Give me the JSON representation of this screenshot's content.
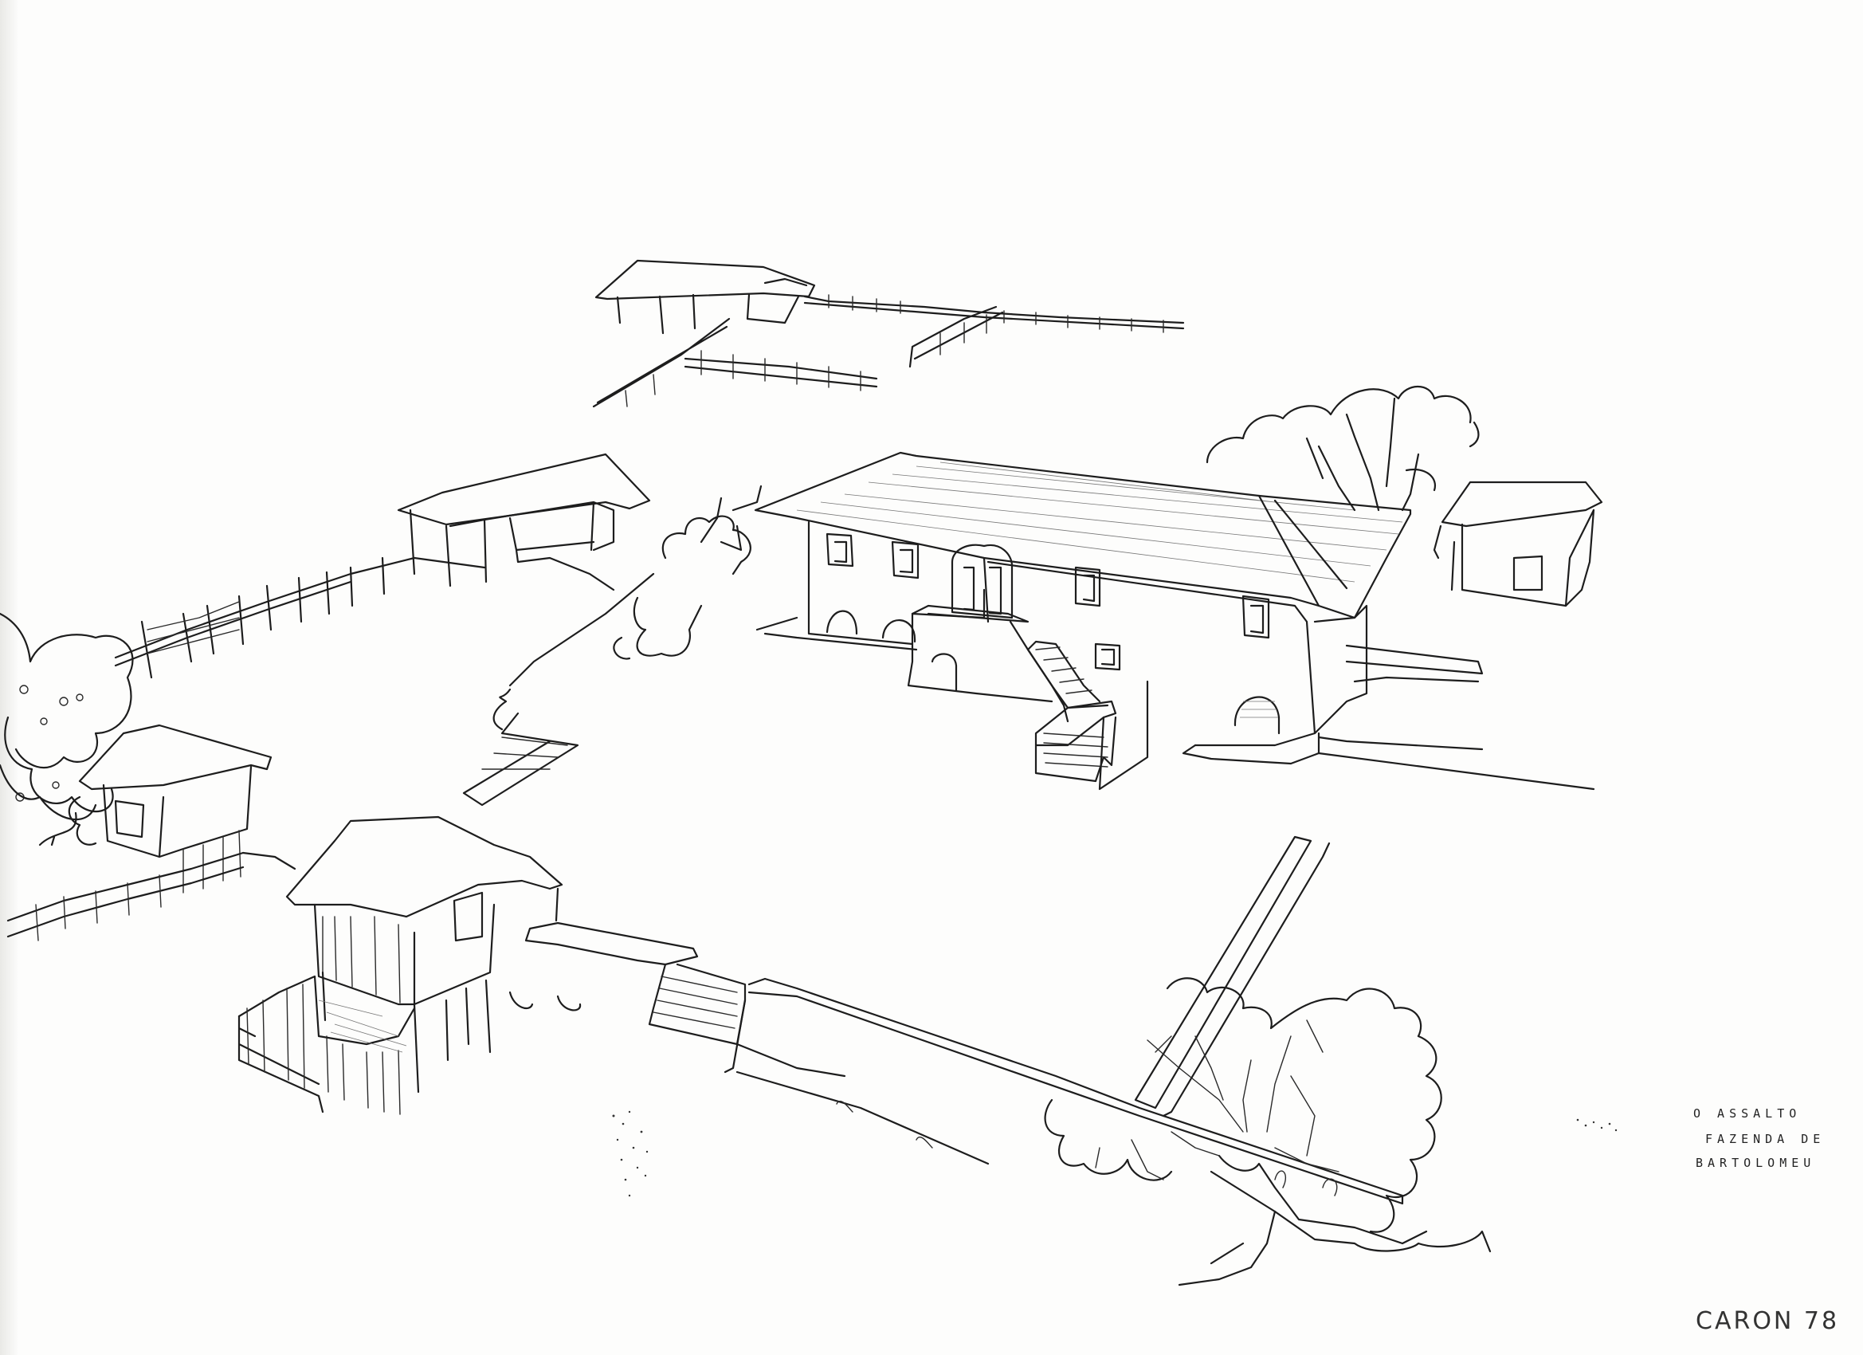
{
  "caption": {
    "line1": "O ASSALTO",
    "line2": "FAZENDA DE",
    "line3": "BARTOLOMEU"
  },
  "signature": {
    "text": "CARON 78"
  },
  "ink_color": "#1d1d1d",
  "paper_color": "#fdfdfc"
}
